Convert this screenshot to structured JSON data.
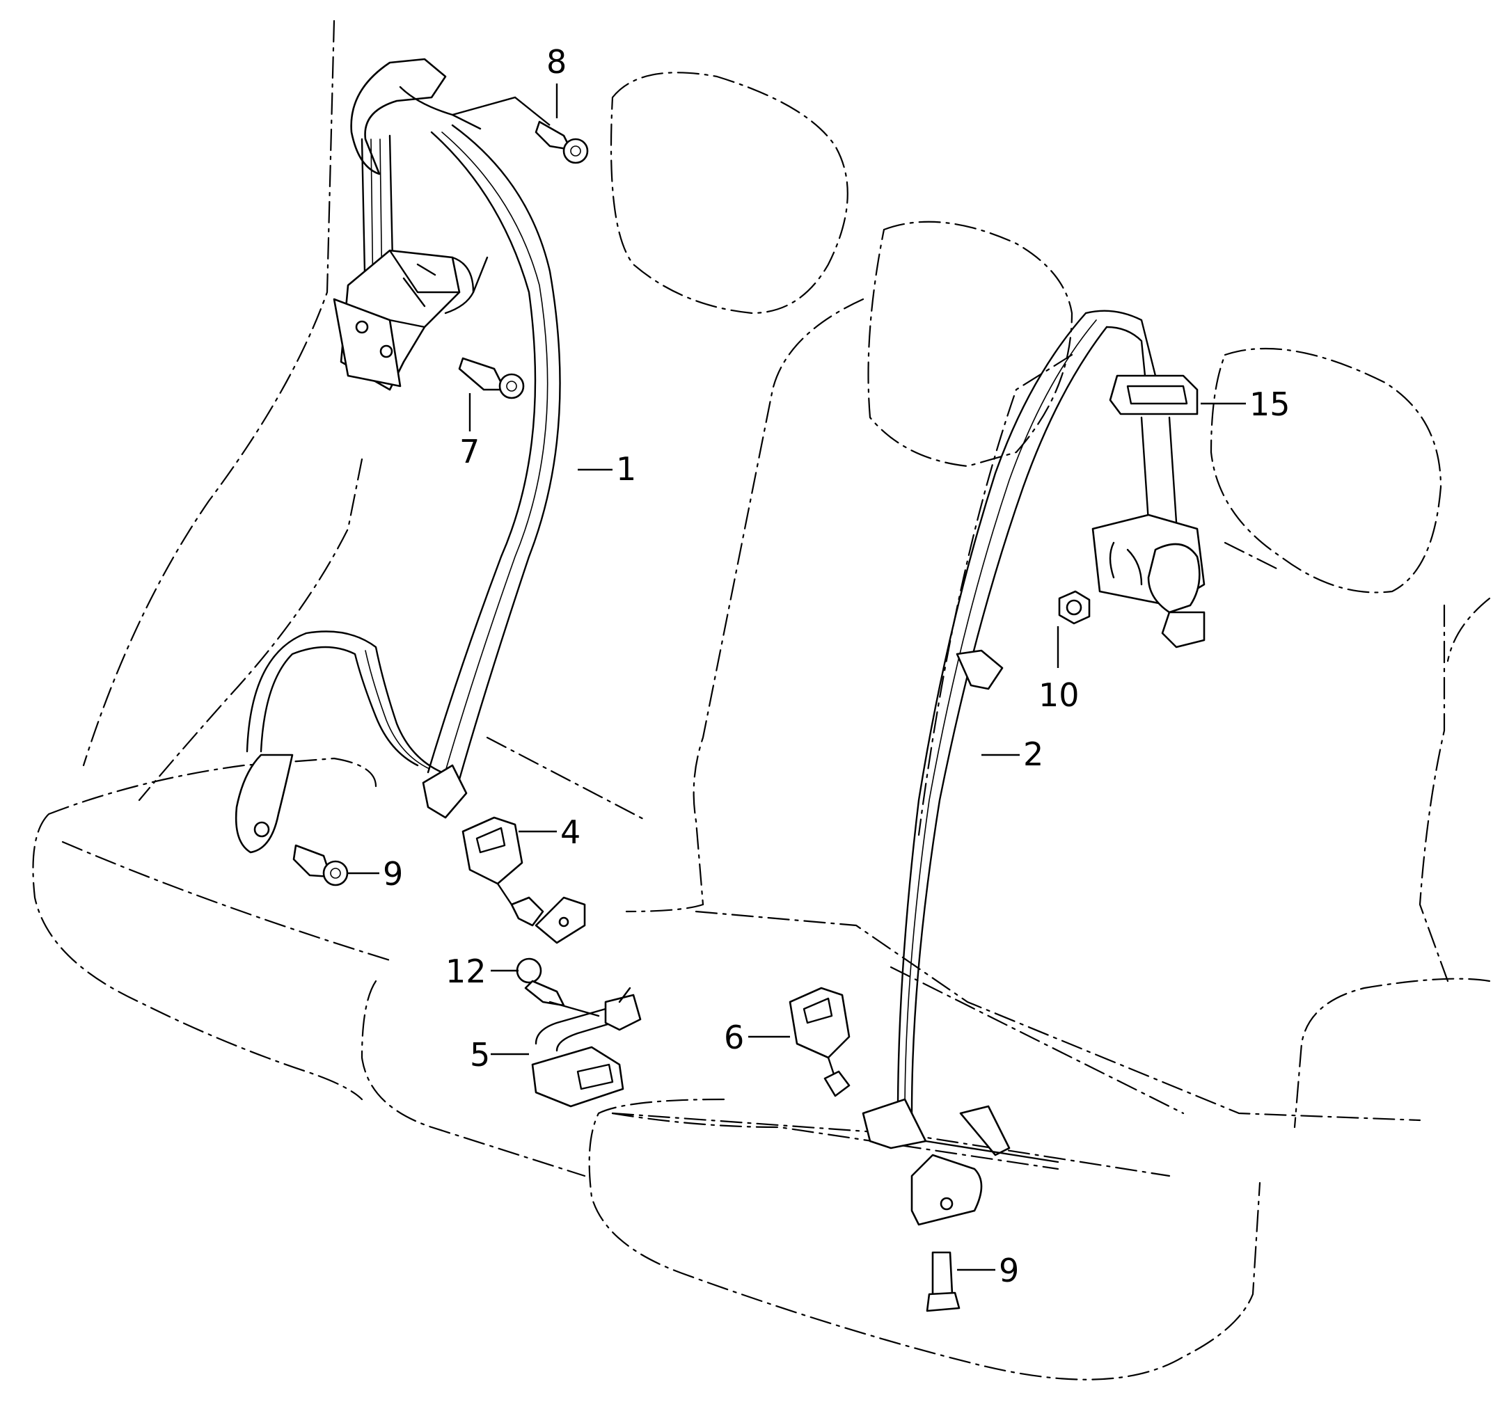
{
  "callouts": [
    {
      "id": "1",
      "text": "1"
    },
    {
      "id": "2",
      "text": "2"
    },
    {
      "id": "4",
      "text": "4"
    },
    {
      "id": "5",
      "text": "5"
    },
    {
      "id": "6",
      "text": "6"
    },
    {
      "id": "7",
      "text": "7"
    },
    {
      "id": "8",
      "text": "8"
    },
    {
      "id": "9a",
      "text": "9"
    },
    {
      "id": "9b",
      "text": "9"
    },
    {
      "id": "10",
      "text": "10"
    },
    {
      "id": "12",
      "text": "12"
    },
    {
      "id": "15",
      "text": "15"
    }
  ]
}
